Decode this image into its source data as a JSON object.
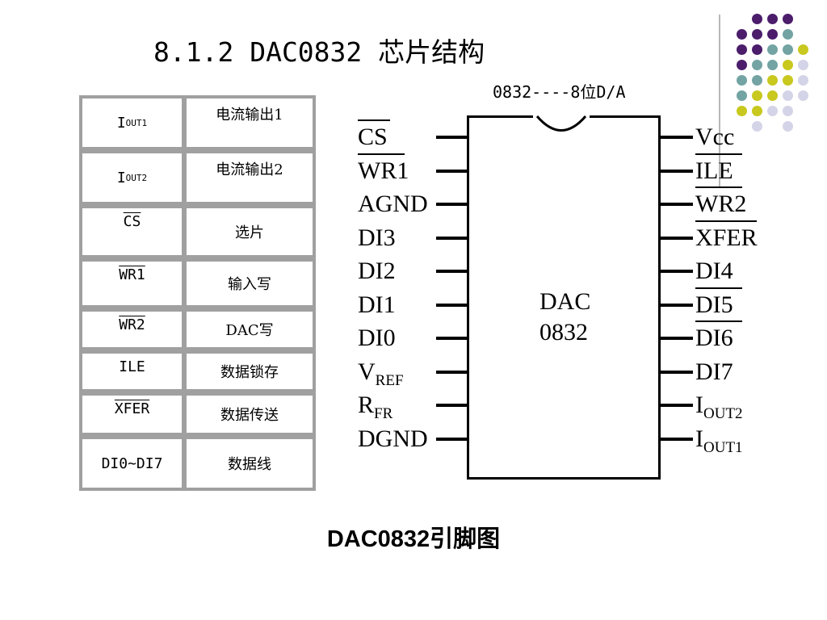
{
  "slide": {
    "title": "8.1.2  DAC0832 芯片结构",
    "subtitle": "0832----8位D/A",
    "caption": "DAC0832引脚图"
  },
  "colors": {
    "purple": "#4b1d6b",
    "teal": "#73a3a3",
    "yellow": "#c8c81e",
    "lavender": "#d4d4e8",
    "table_border": "#a0a0a0"
  },
  "pin_table": {
    "rows": [
      {
        "signal": "I",
        "signal_sub": "OUT1",
        "desc": "电流输出1"
      },
      {
        "signal": "I",
        "signal_sub": "OUT2",
        "desc": "电流输出2"
      },
      {
        "signal": "CS",
        "signal_sub": "",
        "desc": "选片"
      },
      {
        "signal": "WR1",
        "signal_sub": "",
        "desc": "输入写"
      },
      {
        "signal": "WR2",
        "signal_sub": "",
        "desc": "DAC写"
      },
      {
        "signal": "ILE",
        "signal_sub": "",
        "desc": "数据锁存"
      },
      {
        "signal": "XFER",
        "signal_sub": "",
        "desc": "数据传送"
      },
      {
        "signal": "DI0~DI7",
        "signal_sub": "",
        "desc": "数据线"
      }
    ]
  },
  "chip": {
    "name_line1": "DAC",
    "name_line2": "0832",
    "left_pins": [
      {
        "label": "CS",
        "sub": ""
      },
      {
        "label": "WR1",
        "sub": ""
      },
      {
        "label": "AGND",
        "sub": ""
      },
      {
        "label": "DI3",
        "sub": ""
      },
      {
        "label": "DI2",
        "sub": ""
      },
      {
        "label": "DI1",
        "sub": ""
      },
      {
        "label": "DI0",
        "sub": ""
      },
      {
        "label": "V",
        "sub": "REF"
      },
      {
        "label": "R",
        "sub": "FR"
      },
      {
        "label": "DGND",
        "sub": ""
      }
    ],
    "right_pins": [
      {
        "label": "Vcc",
        "sub": ""
      },
      {
        "label": "ILE",
        "sub": ""
      },
      {
        "label": "WR2",
        "sub": ""
      },
      {
        "label": "XFER",
        "sub": ""
      },
      {
        "label": "DI4",
        "sub": ""
      },
      {
        "label": "DI5",
        "sub": ""
      },
      {
        "label": "DI6",
        "sub": ""
      },
      {
        "label": "DI7",
        "sub": ""
      },
      {
        "label": "I",
        "sub": "OUT2"
      },
      {
        "label": "I",
        "sub": "OUT1"
      }
    ]
  }
}
